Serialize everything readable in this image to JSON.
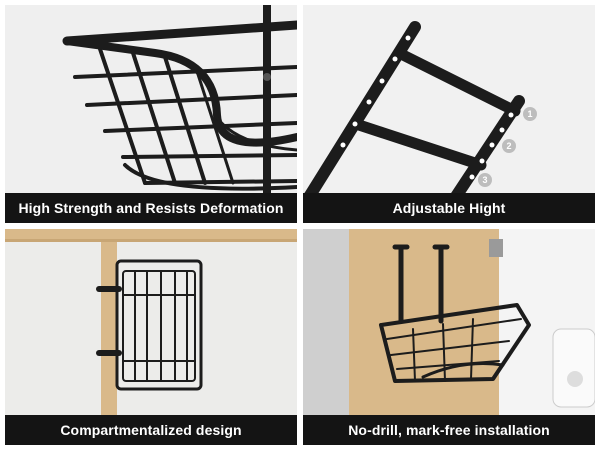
{
  "panels": [
    {
      "caption": "High Strength and Resists Deformation"
    },
    {
      "caption": "Adjustable Hight",
      "markers": [
        "1",
        "2",
        "3"
      ]
    },
    {
      "caption": "Compartmentalized design"
    },
    {
      "caption": "No-drill, mark-free installation"
    }
  ],
  "colors": {
    "caption_bar": "#141414",
    "caption_text": "#ffffff",
    "metal": "#1c1c1c",
    "wood": "#d9b98a"
  }
}
